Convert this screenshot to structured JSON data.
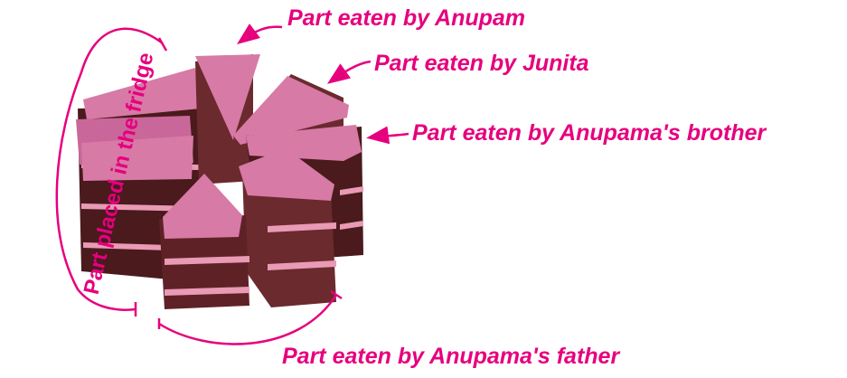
{
  "labels": {
    "anupam": "Part eaten by Anupam",
    "junita": "Part eaten by Junita",
    "brother": "Part eaten by Anupama's brother",
    "father": "Part eaten  by Anupama's father",
    "fridge": "Part placed in the fridge"
  },
  "colors": {
    "label": "#e6007e",
    "icing": "#d77aa6",
    "icing_dark": "#b8588a",
    "sponge": "#6b2a2e",
    "sponge_dark": "#4a1a1d",
    "cream": "#e99ab5"
  },
  "icons": {
    "cake": "cake-slices-image"
  }
}
